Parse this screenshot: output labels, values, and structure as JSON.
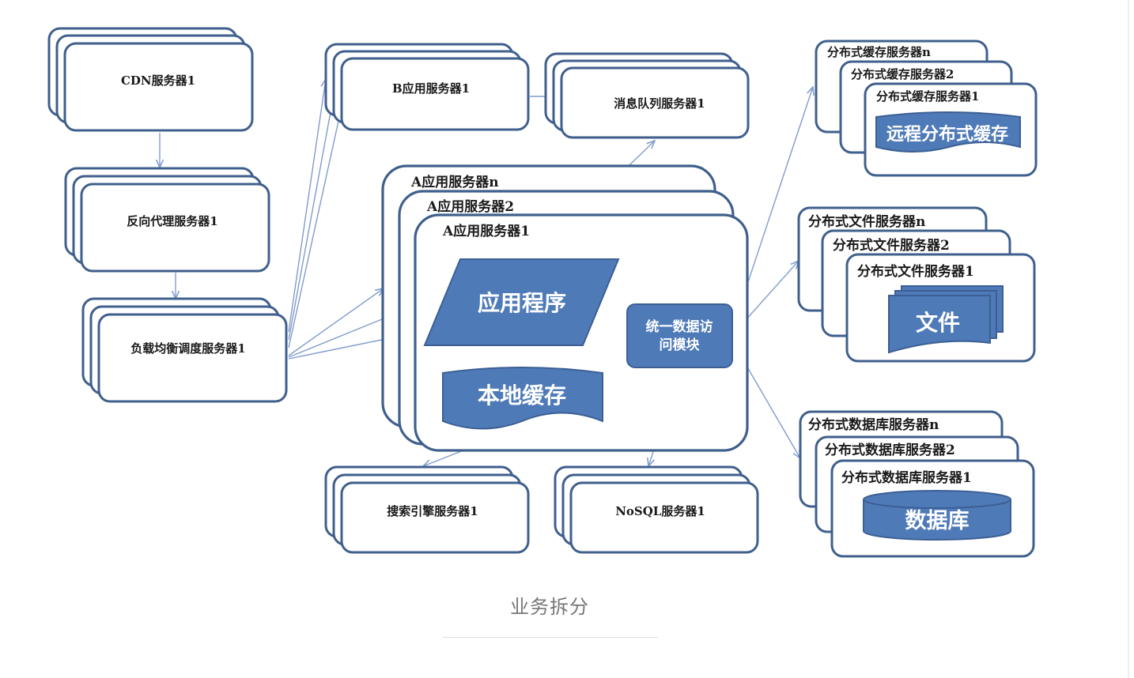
{
  "diagram": {
    "cdn": "CDN服务器1",
    "reverse_proxy": "反向代理服务器1",
    "load_balancer": "负载均衡调度服务器1",
    "b_app": "B应用服务器1",
    "message_queue": "消息队列服务器1",
    "a_app_n": "A应用服务器n",
    "a_app_2": "A应用服务器2",
    "a_app_1": "A应用服务器1",
    "application": "应用程序",
    "local_cache": "本地缓存",
    "data_access_line1": "统一数据访",
    "data_access_line2": "问模块",
    "search": "搜索引擎服务器1",
    "nosql": "NoSQL服务器1",
    "cache_n": "分布式缓存服务器n",
    "cache_2": "分布式缓存服务器2",
    "cache_1": "分布式缓存服务器1",
    "remote_cache": "远程分布式缓存",
    "file_n": "分布式文件服务器n",
    "file_2": "分布式文件服务器2",
    "file_1": "分布式文件服务器1",
    "files": "文件",
    "db_n": "分布式数据库服务器n",
    "db_2": "分布式数据库服务器2",
    "db_1": "分布式数据库服务器1",
    "database": "数据库"
  },
  "caption": "业务拆分",
  "colors": {
    "box_stroke": "#3f5f8c",
    "shape_fill": "#4f7ab8",
    "arrow": "#7f9ccc",
    "caption": "#777777"
  }
}
